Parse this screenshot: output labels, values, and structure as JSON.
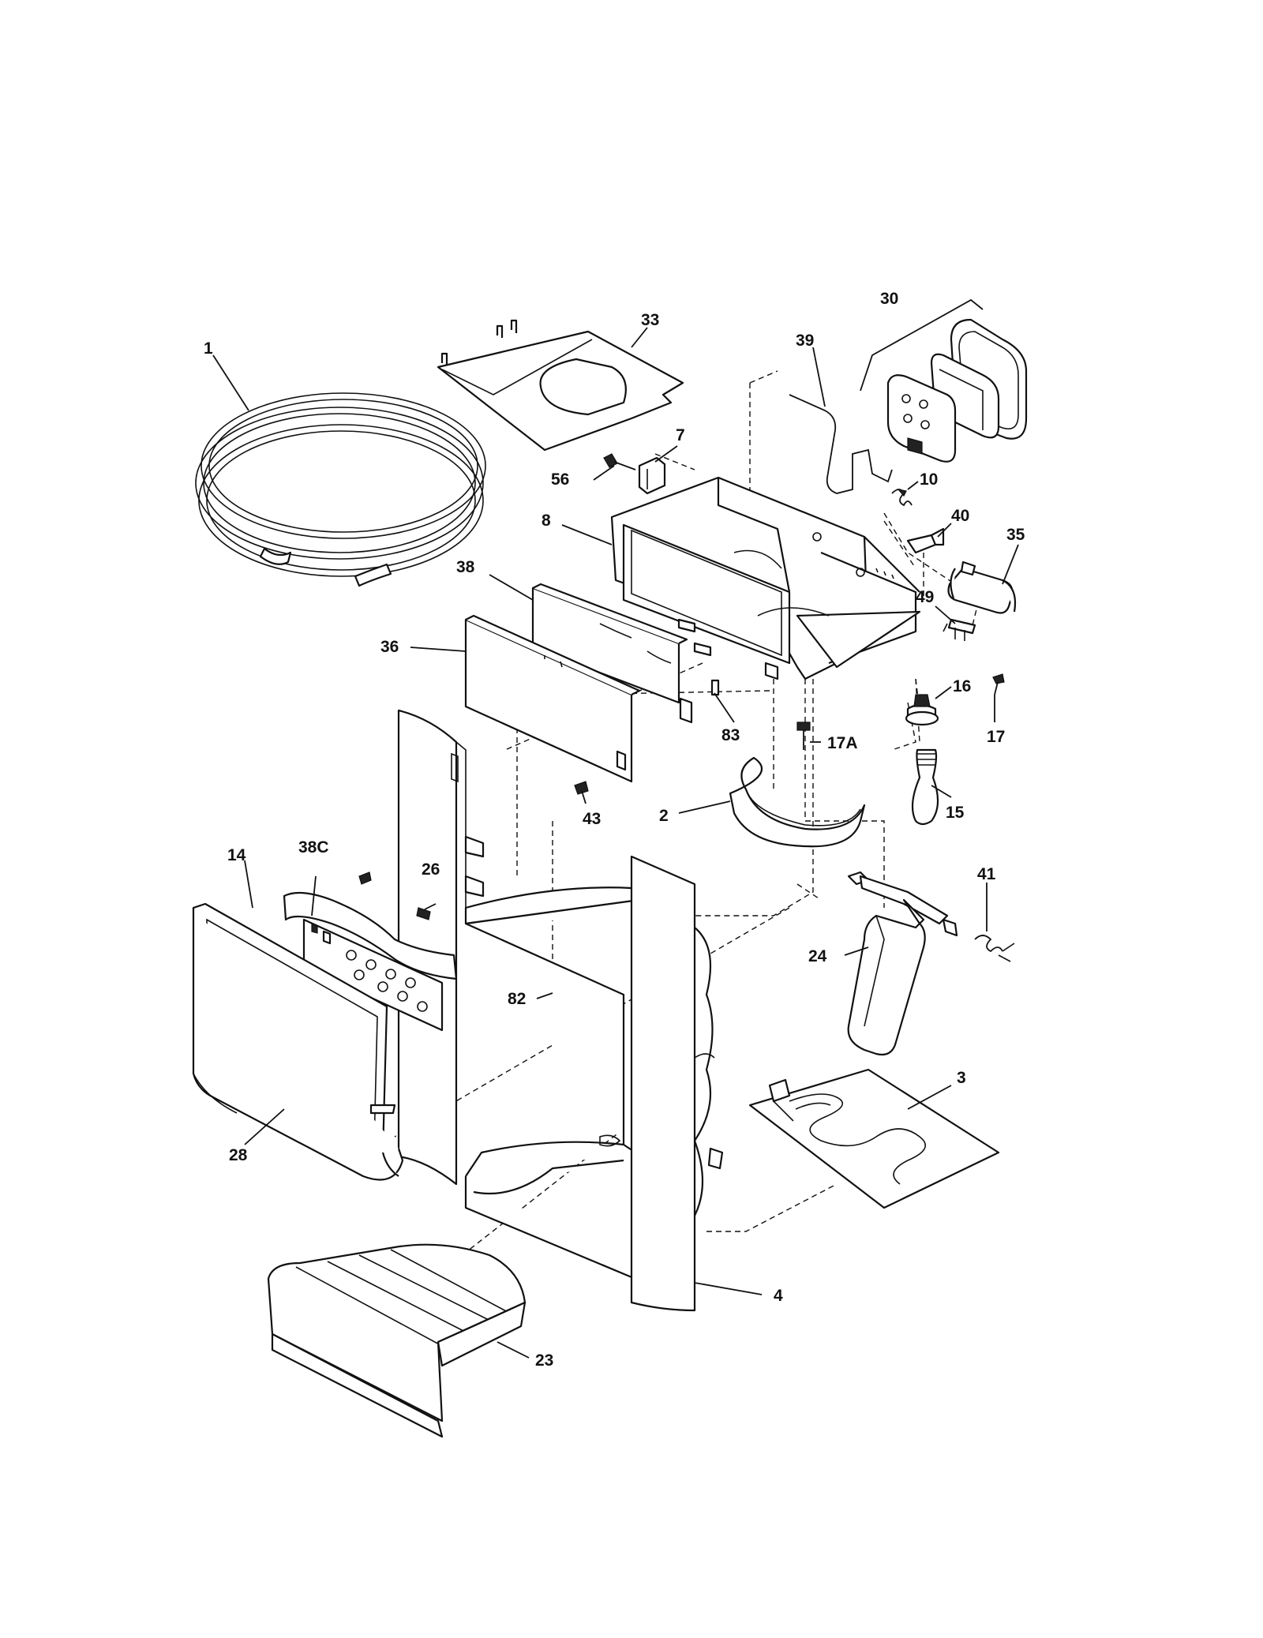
{
  "callouts": {
    "c1": "1",
    "c33": "33",
    "c30": "30",
    "c39": "39",
    "c7": "7",
    "c56": "56",
    "c10": "10",
    "c8": "8",
    "c40": "40",
    "c35": "35",
    "c38": "38",
    "c49": "49",
    "c36": "36",
    "c16": "16",
    "c83": "83",
    "c17a": "17A",
    "c17": "17",
    "c15": "15",
    "c2": "2",
    "c43": "43",
    "c14": "14",
    "c38c": "38C",
    "c26": "26",
    "c41": "41",
    "c24": "24",
    "c82": "82",
    "c3": "3",
    "c28": "28",
    "c4": "4",
    "c23": "23"
  }
}
